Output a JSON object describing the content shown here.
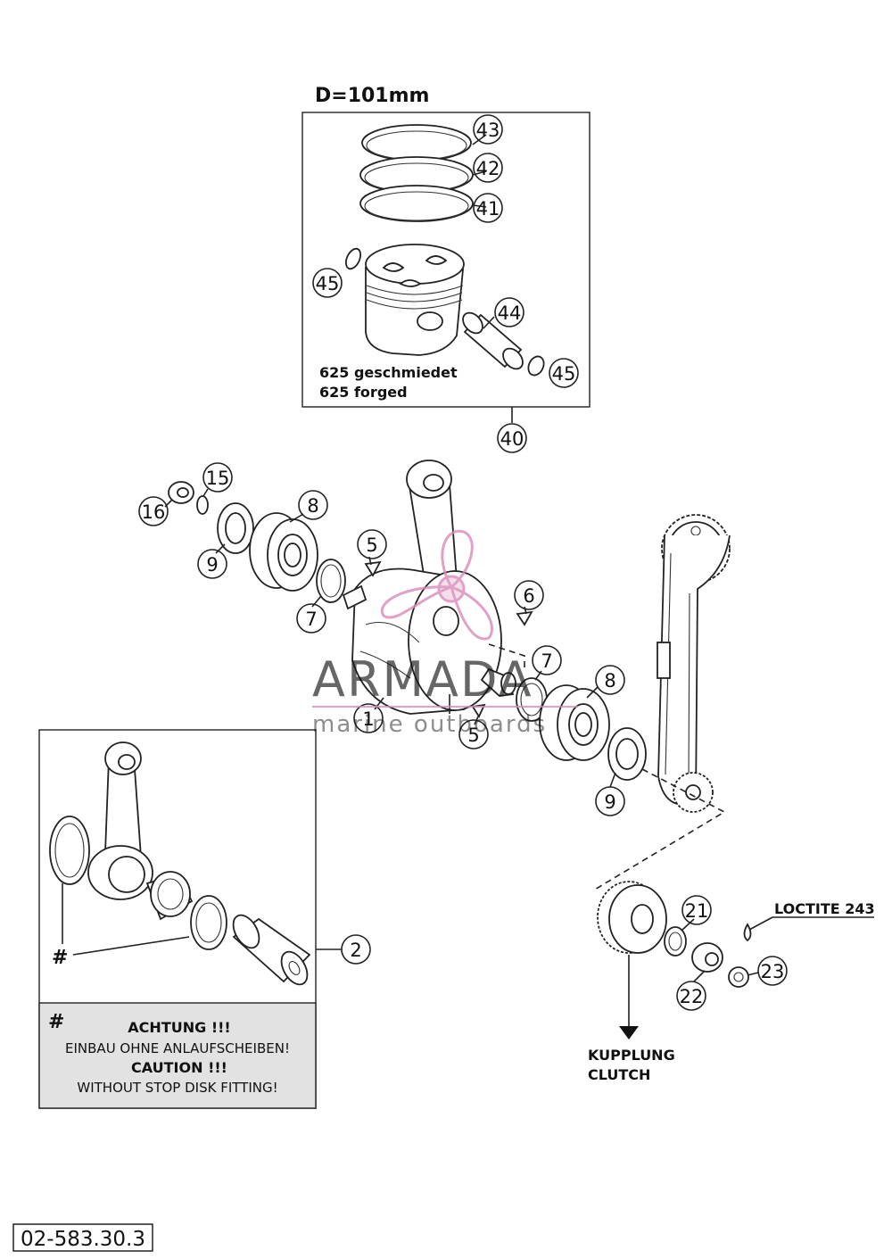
{
  "piston_kit": {
    "diameter_label": "D=101mm",
    "text_de": "625 geschmiedet",
    "text_en": "625 forged"
  },
  "callouts": {
    "c43": "43",
    "c42": "42",
    "c41": "41",
    "c45a": "45",
    "c44": "44",
    "c45b": "45",
    "c40": "40",
    "c15": "15",
    "c16": "16",
    "c8a": "8",
    "c9a": "9",
    "c5a": "5",
    "c7a": "7",
    "c6": "6",
    "c7b": "7",
    "c8b": "8",
    "c1": "1",
    "c5b": "5",
    "c9b": "9",
    "c2": "2",
    "c21": "21",
    "c22": "22",
    "c23": "23"
  },
  "conrod_kit": {
    "hash_marker": "#",
    "note_hash": "#",
    "note_line1": "ACHTUNG !!!",
    "note_line2": "EINBAU OHNE ANLAUFSCHEIBEN!",
    "note_line3": "CAUTION !!!",
    "note_line4": "WITHOUT STOP DISK FITTING!"
  },
  "labels": {
    "loctite": "LOCTITE 243",
    "clutch_de": "KUPPLUNG",
    "clutch_en": "CLUTCH"
  },
  "watermark": {
    "brand": "ARMADA",
    "tagline": "marine outboards",
    "color": "#d98ab8"
  },
  "drawing_number": "02-583.30.3"
}
